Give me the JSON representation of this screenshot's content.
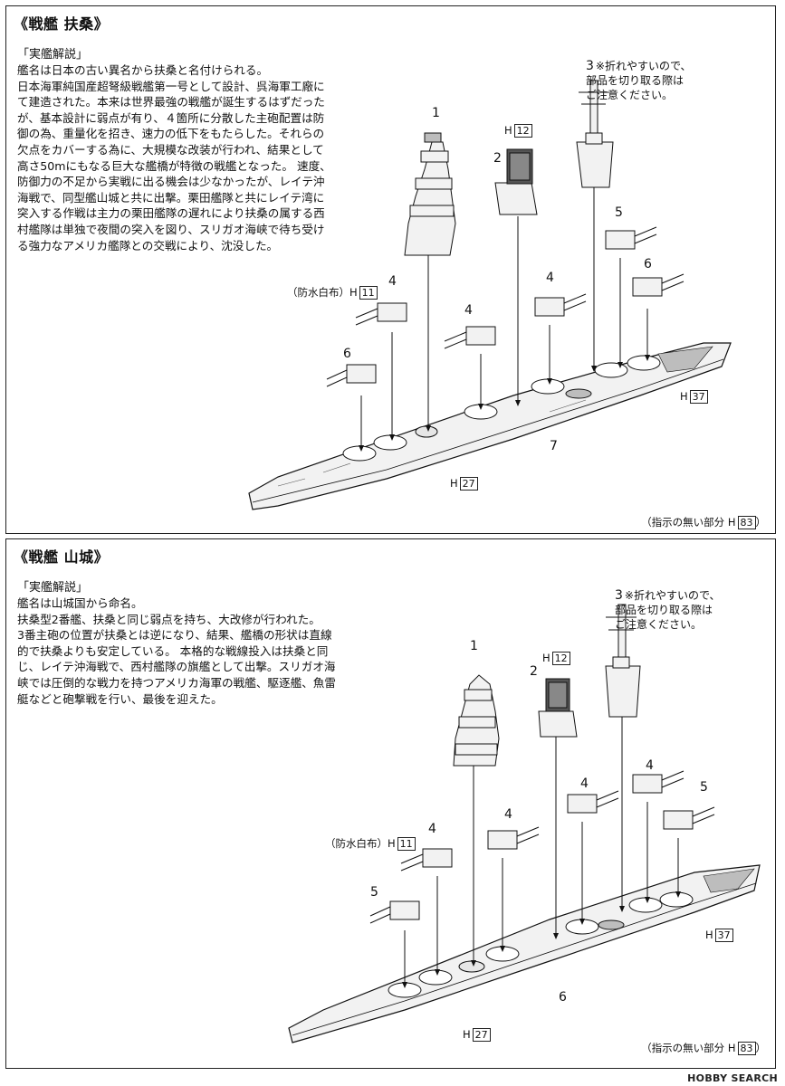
{
  "fuso": {
    "title": "《戦艦 扶桑》",
    "sublabel": "「実艦解説」",
    "description": "艦名は日本の古い異名から扶桑と名付けられる。\n日本海軍純国産超弩級戦艦第一号として設計、呉海軍工廠に\nて建造された。本来は世界最強の戦艦が誕生するはずだった\nが、基本設計に弱点が有り、４箇所に分散した主砲配置は防\n御の為、重量化を招き、速力の低下をもたらした。それらの\n欠点をカバーする為に、大規模な改装が行われ、結果として\n高さ50mにもなる巨大な艦橋が特徴の戦艦となった。 速度、\n防御力の不足から実戦に出る機会は少なかったが、レイテ沖\n海戦で、同型艦山城と共に出撃。栗田艦隊と共にレイテ湾に\n突入する作戦は主力の栗田艦隊の遅れにより扶桑の属する西\n村艦隊は単独で夜間の突入を図り、スリガオ海峡で待ち受け\nる強力なアメリカ艦隊との交戦により、沈没した。",
    "note_num": "3",
    "note": "※折れやすいので、\n部品を切り取る際は\nご注意ください。",
    "callouts": {
      "c1": "1",
      "c2": "2",
      "c3": "3",
      "c4a": "4",
      "c4b": "4",
      "c4c": "4",
      "c5": "5",
      "c6a": "6",
      "c6b": "6",
      "c7": "7"
    },
    "h12": "H",
    "h12n": "12",
    "h11pre": "（防水白布）H",
    "h11n": "11",
    "h37": "H",
    "h37n": "37",
    "h27": "H",
    "h27n": "27",
    "unspec": "（指示の無い部分 H",
    "unspec_n": "83",
    "unspec_close": "）"
  },
  "yamashiro": {
    "title": "《戦艦 山城》",
    "sublabel": "「実艦解説」",
    "description": "艦名は山城国から命名。\n扶桑型2番艦、扶桑と同じ弱点を持ち、大改修が行われた。\n3番主砲の位置が扶桑とは逆になり、結果、艦橋の形状は直線\n的で扶桑よりも安定している。 本格的な戦線投入は扶桑と同\nじ、レイテ沖海戦で、西村艦隊の旗艦として出撃。スリガオ海\n峡では圧倒的な戦力を持つアメリカ海軍の戦艦、駆逐艦、魚雷\n艇などと砲撃戦を行い、最後を迎えた。",
    "note_num": "3",
    "note": "※折れやすいので、\n部品を切り取る際は\nご注意ください。",
    "callouts": {
      "c1": "1",
      "c2": "2",
      "c3": "3",
      "c4a": "4",
      "c4b": "4",
      "c4c": "4",
      "c4d": "4",
      "c5a": "5",
      "c5b": "5",
      "c6": "6"
    },
    "h12": "H",
    "h12n": "12",
    "h11pre": "（防水白布）H",
    "h11n": "11",
    "h37": "H",
    "h37n": "37",
    "h27": "H",
    "h27n": "27",
    "unspec": "（指示の無い部分 H",
    "unspec_n": "83",
    "unspec_close": "）"
  },
  "watermark": "HOBBY SEARCH",
  "colors": {
    "ink": "#111111",
    "hull": "#f2f2f2",
    "deck": "#e6e6e6",
    "shade": "#bdbdbd"
  }
}
